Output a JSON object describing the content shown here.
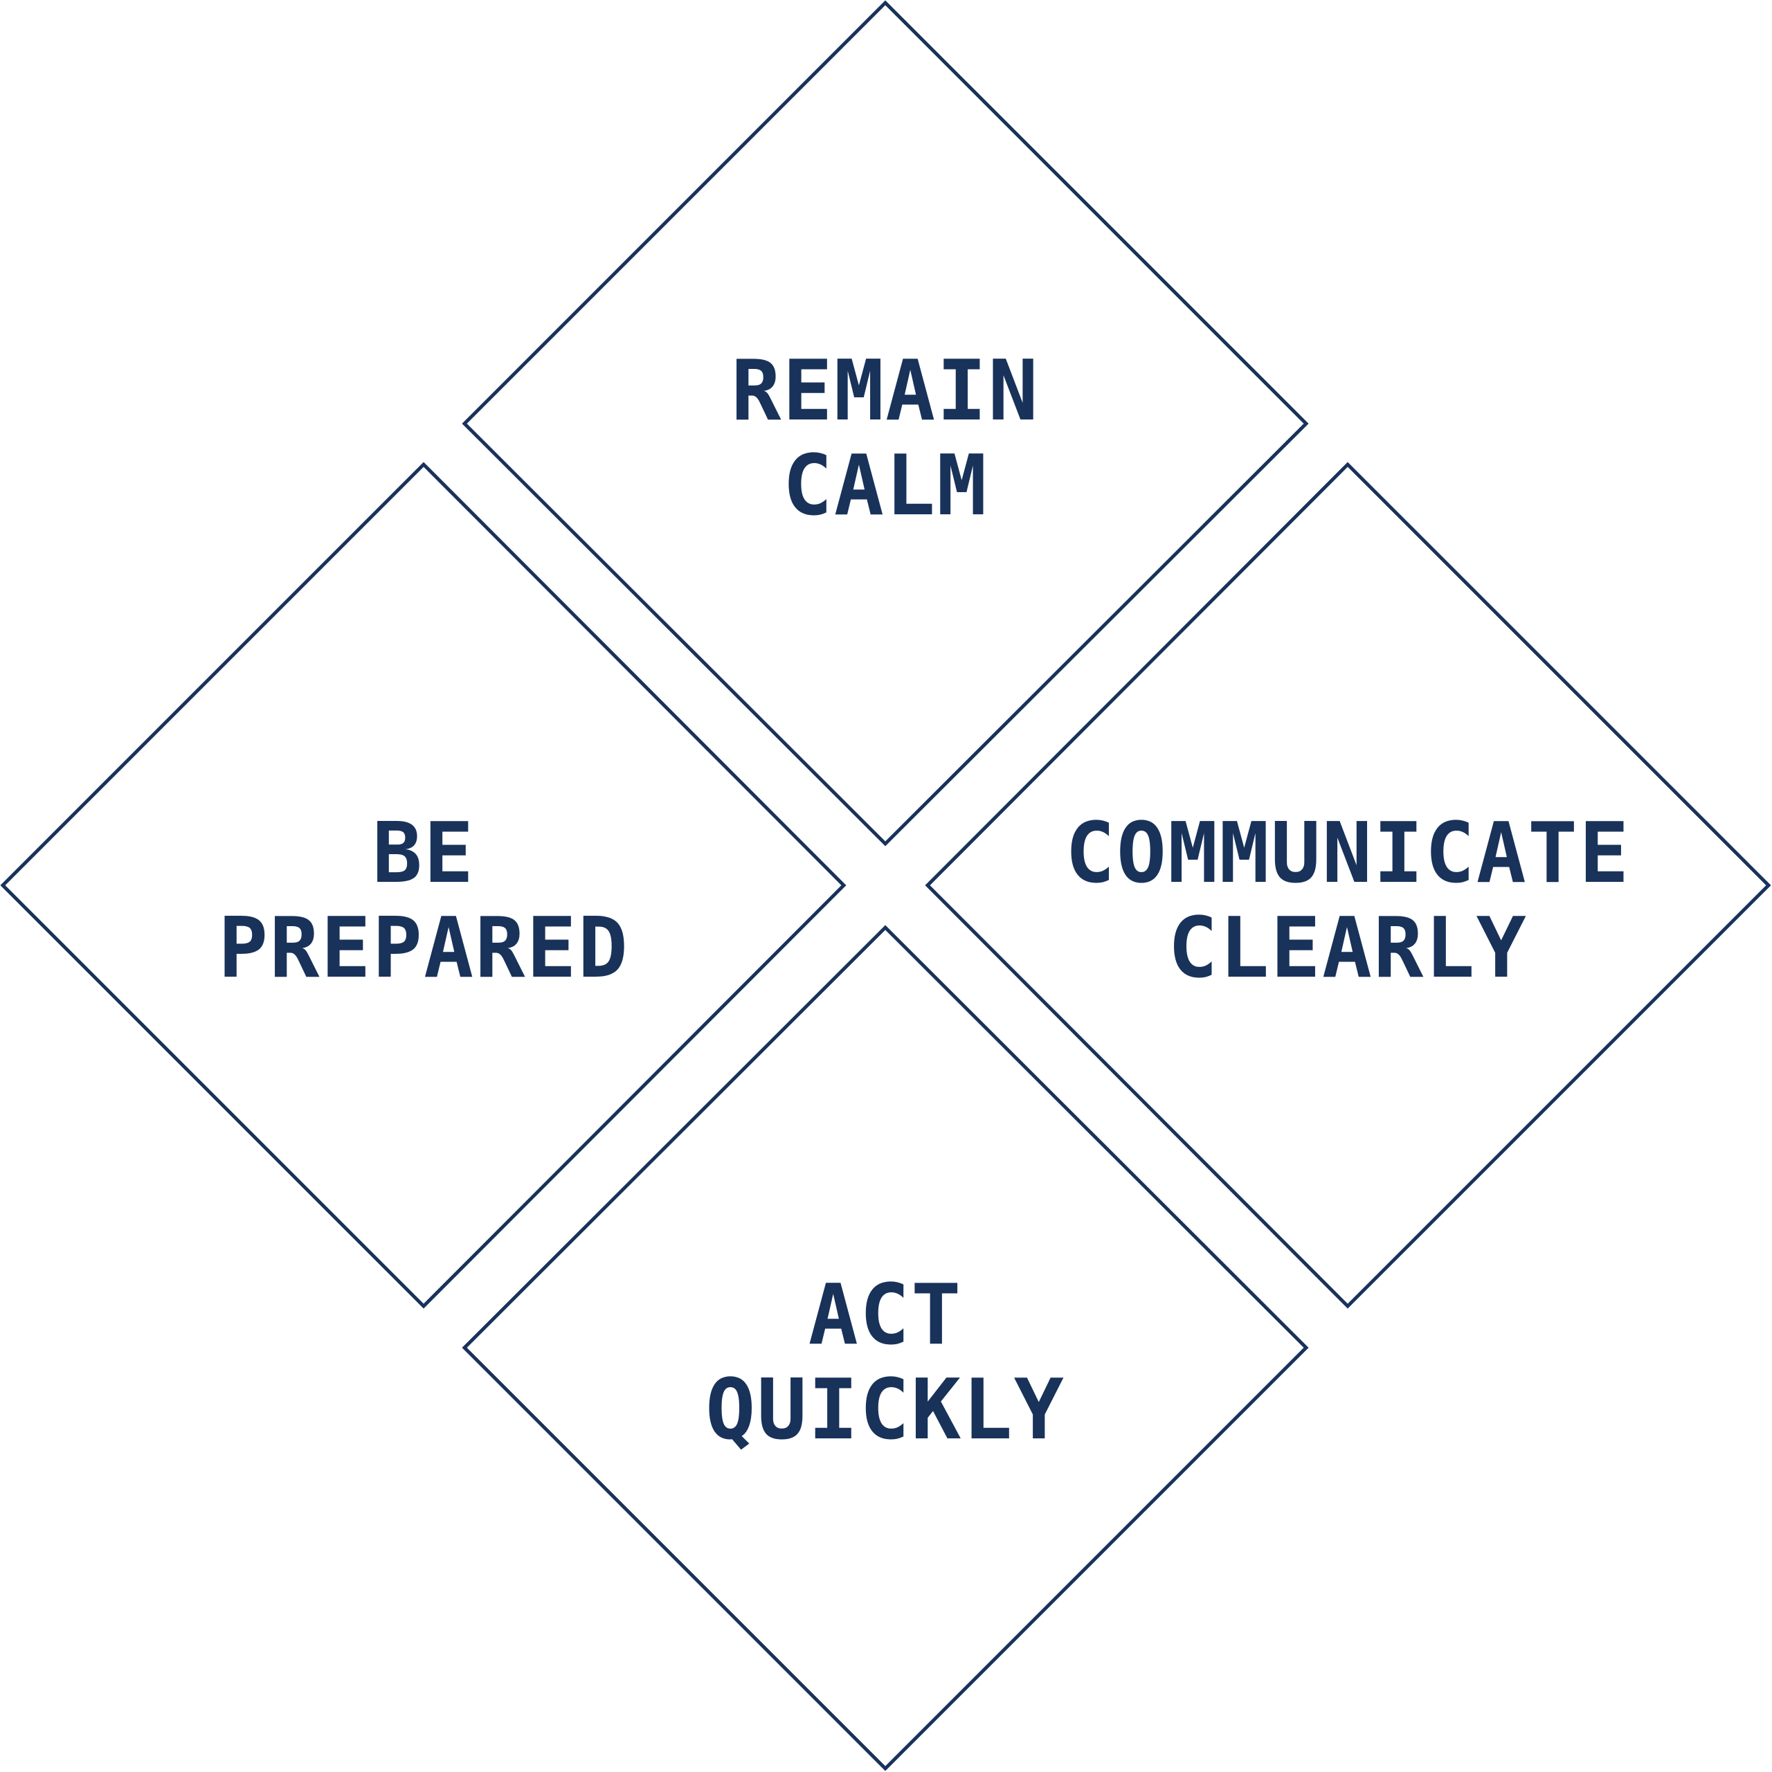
{
  "colors": {
    "stroke": "#18325a",
    "text": "#18325a",
    "background": "#ffffff"
  },
  "diamonds": [
    {
      "id": "top",
      "lines": [
        "REMAIN",
        "CALM"
      ]
    },
    {
      "id": "left",
      "lines": [
        "BE",
        "PREPARED"
      ]
    },
    {
      "id": "right",
      "lines": [
        "COMMUNICATE",
        "CLEARLY"
      ]
    },
    {
      "id": "bottom",
      "lines": [
        "ACT",
        "QUICKLY"
      ]
    }
  ]
}
